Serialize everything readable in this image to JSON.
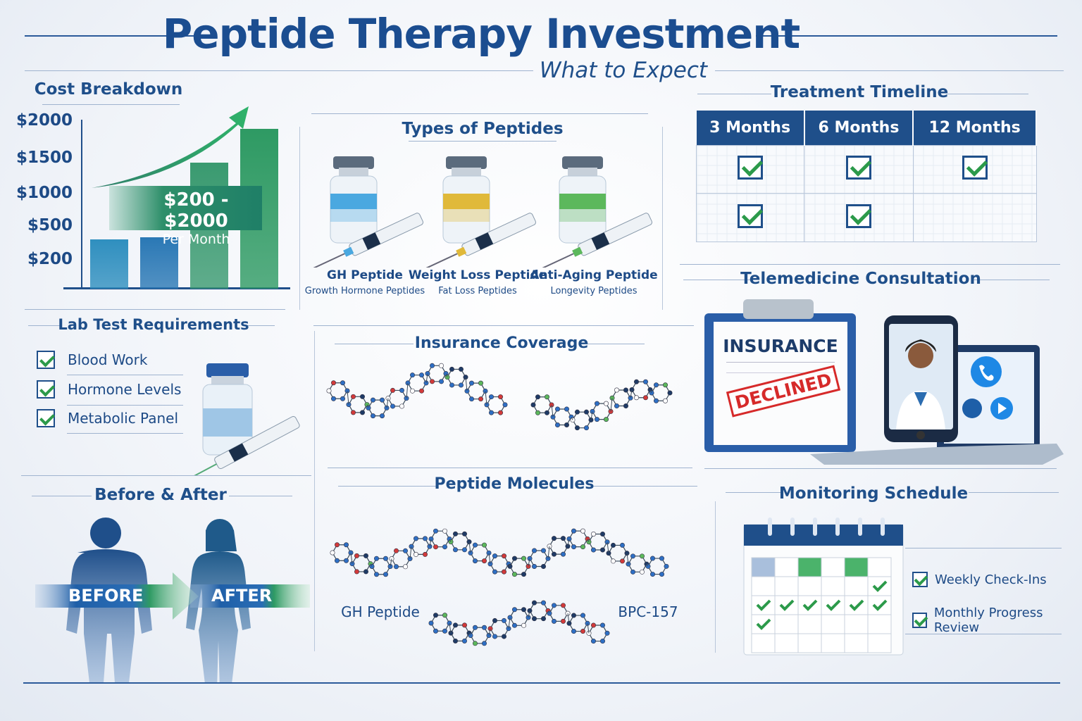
{
  "header": {
    "title": "Peptide Therapy Investment",
    "subtitle": "What to Expect"
  },
  "cost_breakdown": {
    "title": "Cost Breakdown",
    "y_ticks": [
      "$2000",
      "$1500",
      "$1000",
      "$500",
      "$200"
    ],
    "bar_values": [
      380,
      400,
      1440,
      1900
    ],
    "range_label": "$200 - $2000",
    "range_sub": "Per Month",
    "colors": {
      "blue": "#2f8fbf",
      "green": "#2e9a63"
    }
  },
  "types": {
    "title": "Types of Peptides",
    "items": [
      {
        "name": "GH Peptide",
        "sub": "Growth Hormone Peptides",
        "color": "#4aa8e0"
      },
      {
        "name": "Weight Loss Peptide",
        "sub": "Fat Loss Peptides",
        "color": "#e0b93a"
      },
      {
        "name": "Anti-Aging Peptide",
        "sub": "Longevity Peptides",
        "color": "#5cb85c"
      }
    ]
  },
  "timeline": {
    "title": "Treatment Timeline",
    "columns": [
      "3 Months",
      "6 Months",
      "12 Months"
    ],
    "checks": [
      [
        true,
        true,
        true
      ],
      [
        true,
        true,
        false
      ]
    ]
  },
  "lab": {
    "title": "Lab Test Requirements",
    "items": [
      "Blood Work",
      "Hormone Levels",
      "Metabolic Panel"
    ]
  },
  "insurance": {
    "title": "Insurance Coverage",
    "doc_title": "INSURANCE",
    "stamp": "DECLINED"
  },
  "telemedicine": {
    "title": "Telemedicine Consultation"
  },
  "before_after": {
    "title": "Before & After",
    "before": "BEFORE",
    "after": "AFTER"
  },
  "molecules": {
    "title": "Peptide Molecules",
    "labels": [
      "GH Peptide",
      "BPC-157"
    ]
  },
  "monitoring": {
    "title": "Monitoring Schedule",
    "items": [
      "Weekly Check-Ins",
      "Monthly Progress Review"
    ]
  }
}
